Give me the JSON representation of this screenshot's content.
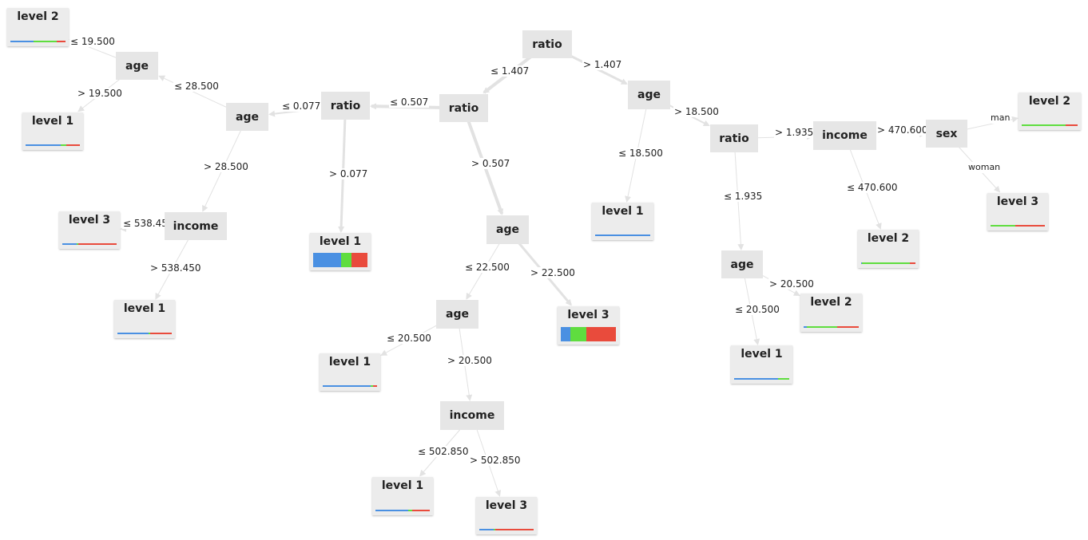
{
  "colors": {
    "class1": "#4a90e2",
    "class2": "#5fdd3f",
    "class3": "#e94b3c",
    "edge": "#e2e2e2",
    "node": "#e6e6e6"
  },
  "nodes": {
    "root": {
      "label": "ratio"
    },
    "r1": {
      "label": "ratio"
    },
    "r2": {
      "label": "ratio"
    },
    "a1": {
      "label": "age"
    },
    "a2": {
      "label": "age"
    },
    "i1": {
      "label": "income"
    },
    "a3": {
      "label": "age"
    },
    "a4": {
      "label": "age"
    },
    "i2": {
      "label": "income"
    },
    "a5": {
      "label": "age"
    },
    "r3": {
      "label": "ratio"
    },
    "i3": {
      "label": "income"
    },
    "s1": {
      "label": "sex"
    },
    "a6": {
      "label": "age"
    },
    "L1": {
      "label": "level 2",
      "dist": [
        0.42,
        0.42,
        0.16
      ]
    },
    "L2": {
      "label": "level 1",
      "dist": [
        0.65,
        0.1,
        0.25
      ]
    },
    "L3": {
      "label": "level 3",
      "dist": [
        0.27,
        0.02,
        0.71
      ]
    },
    "L4": {
      "label": "level 1",
      "dist": [
        0.58,
        0.02,
        0.4
      ]
    },
    "L5": {
      "label": "level 1",
      "dist": [
        0.52,
        0.18,
        0.3
      ]
    },
    "L6": {
      "label": "level 3",
      "dist": [
        0.18,
        0.28,
        0.54
      ]
    },
    "L7": {
      "label": "level 1",
      "dist": [
        0.88,
        0.04,
        0.08
      ]
    },
    "L8": {
      "label": "level 1",
      "dist": [
        0.6,
        0.08,
        0.32
      ]
    },
    "L9": {
      "label": "level 3",
      "dist": [
        0.27,
        0.02,
        0.71
      ]
    },
    "L10": {
      "label": "level 1",
      "dist": [
        1.0,
        0,
        0
      ]
    },
    "L11": {
      "label": "level 2",
      "dist": [
        0.02,
        0.88,
        0.1
      ]
    },
    "L12": {
      "label": "level 2",
      "dist": [
        0.06,
        0.55,
        0.39
      ]
    },
    "L13": {
      "label": "level 1",
      "dist": [
        0.8,
        0.2,
        0
      ]
    },
    "L14": {
      "label": "level 2",
      "dist": [
        0,
        0.78,
        0.22
      ]
    },
    "L15": {
      "label": "level 3",
      "dist": [
        0,
        0.45,
        0.55
      ]
    }
  },
  "edges": [
    {
      "label": "≤ 1.407"
    },
    {
      "label": "> 1.407"
    },
    {
      "label": "≤ 0.507"
    },
    {
      "label": "> 0.507"
    },
    {
      "label": "≤ 0.077"
    },
    {
      "label": "> 0.077"
    },
    {
      "label": "≤ 28.500"
    },
    {
      "label": "> 28.500"
    },
    {
      "label": "≤ 19.500"
    },
    {
      "label": "> 19.500"
    },
    {
      "label": "≤ 538.450"
    },
    {
      "label": "> 538.450"
    },
    {
      "label": "≤ 22.500"
    },
    {
      "label": "> 22.500"
    },
    {
      "label": "≤ 20.500"
    },
    {
      "label": "> 20.500"
    },
    {
      "label": "≤ 502.850"
    },
    {
      "label": "> 502.850"
    },
    {
      "label": "≤ 18.500"
    },
    {
      "label": "> 18.500"
    },
    {
      "label": "≤ 1.935"
    },
    {
      "label": "> 1.935"
    },
    {
      "label": "≤ 20.500"
    },
    {
      "label": "> 20.500"
    },
    {
      "label": "≤ 470.600"
    },
    {
      "label": "> 470.600"
    },
    {
      "label": "man"
    },
    {
      "label": "woman"
    }
  ]
}
